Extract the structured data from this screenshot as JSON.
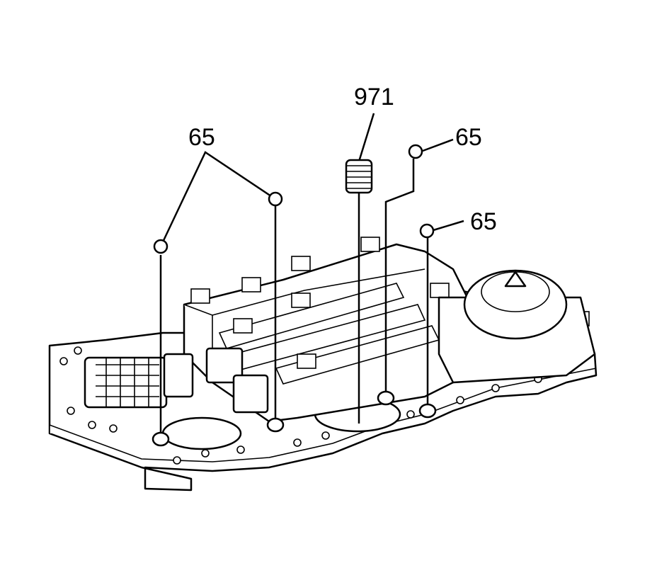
{
  "diagram": {
    "callouts": [
      {
        "id": "spring",
        "label": "971"
      },
      {
        "id": "ball-left-group",
        "label": "65"
      },
      {
        "id": "ball-upper-right",
        "label": "65"
      },
      {
        "id": "ball-right",
        "label": "65"
      }
    ]
  }
}
